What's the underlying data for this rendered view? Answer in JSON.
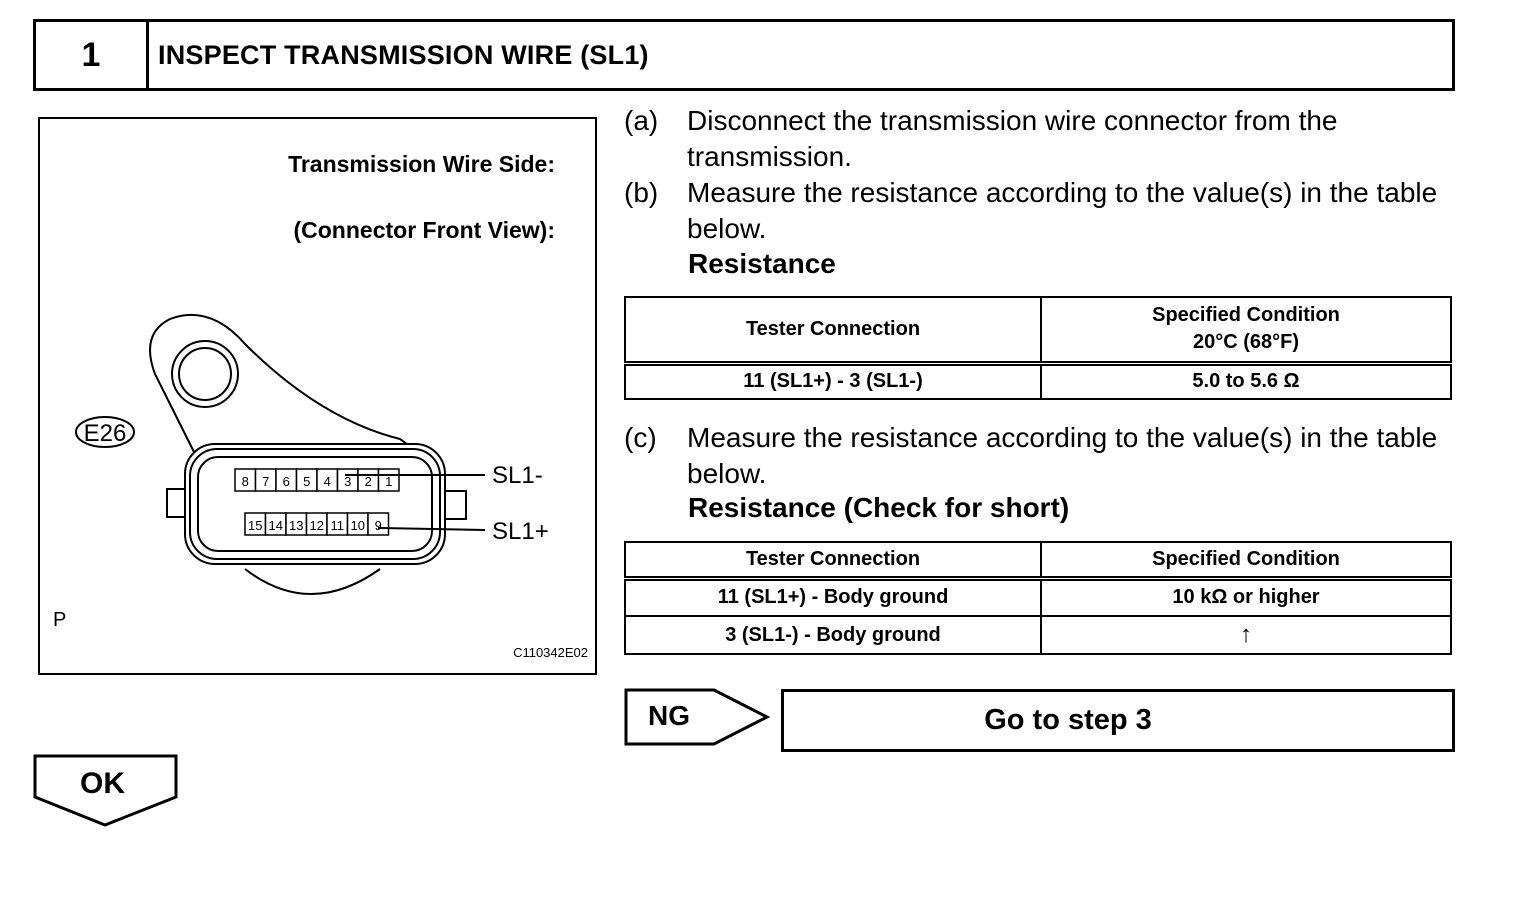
{
  "step": {
    "number": "1",
    "title": "INSPECT TRANSMISSION WIRE (SL1)"
  },
  "illustration": {
    "heading_line1": "Transmission Wire Side:",
    "heading_line2": "(Connector Front View):",
    "connector_id": "E26",
    "top_row_pins": [
      "8",
      "7",
      "6",
      "5",
      "4",
      "3",
      "2",
      "1"
    ],
    "bottom_row_pins": [
      "15",
      "14",
      "13",
      "12",
      "11",
      "10",
      "9"
    ],
    "callout_sl1_minus": "SL1-",
    "callout_sl1_plus": "SL1+",
    "corner_mark": "P",
    "figure_code": "C110342E02"
  },
  "instructions": {
    "a_letter": "(a)",
    "a_text": "Disconnect the transmission wire connector from the transmission.",
    "b_letter": "(b)",
    "b_text": "Measure the resistance according to the value(s) in the table below.",
    "b_subheading": "Resistance",
    "c_letter": "(c)",
    "c_text": "Measure the resistance according to the value(s) in the table below.",
    "c_subheading": "Resistance (Check for short)"
  },
  "table1": {
    "header_col1": "Tester Connection",
    "header_col2_line1": "Specified Condition",
    "header_col2_line2": "20°C (68°F)",
    "rows": [
      {
        "connection": "11 (SL1+) - 3 (SL1-)",
        "condition": "5.0 to 5.6 Ω"
      }
    ]
  },
  "table2": {
    "header_col1": "Tester Connection",
    "header_col2": "Specified Condition",
    "rows": [
      {
        "connection": "11 (SL1+) - Body ground",
        "condition": "10 kΩ or higher"
      },
      {
        "connection": "3 (SL1-) - Body ground",
        "condition": "↑"
      }
    ]
  },
  "results": {
    "ng_label": "NG",
    "ng_action": "Go to step 3",
    "ok_label": "OK"
  }
}
